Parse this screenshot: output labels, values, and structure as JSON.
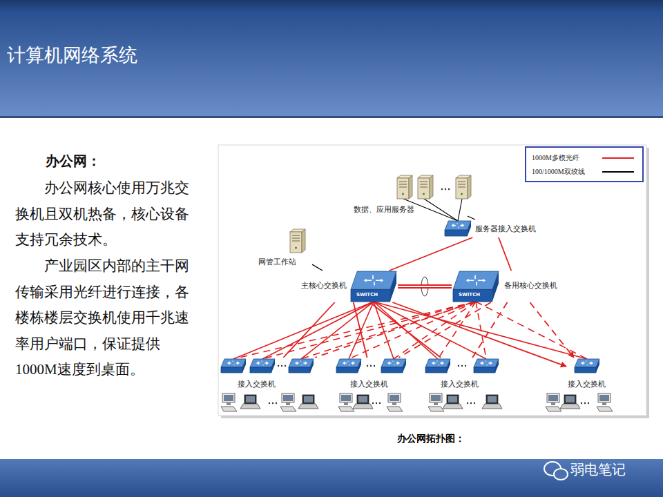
{
  "diagram": {
    "title": "计算机网络系统",
    "caption": "办公网拓扑图：",
    "nodes": [
      {
        "text": [
          "数据、应用服务器"
        ]
      },
      {
        "text": [
          "服务器接入交换机"
        ]
      },
      {
        "text": [
          "网管工作站"
        ]
      },
      {
        "text": [
          "主核心交换机"
        ]
      },
      {
        "text": [
          "备用核心交换机"
        ]
      },
      {
        "text": [
          "接入交换机"
        ]
      },
      {
        "text": [
          "接入交换机"
        ]
      },
      {
        "text": [
          "接入交换机"
        ]
      },
      {
        "text": [
          "接入交换机"
        ]
      }
    ],
    "edges": [
      {
        "from": 0,
        "to": 1,
        "arrow": "none"
      },
      {
        "from": 1,
        "to": 3,
        "arrow": "none"
      },
      {
        "from": 1,
        "to": 4,
        "arrow": "none"
      },
      {
        "from": 2,
        "to": 3,
        "arrow": "none"
      },
      {
        "from": 3,
        "to": 4,
        "arrow": "none"
      },
      {
        "from": 3,
        "to": 5,
        "arrow": "none"
      },
      {
        "from": 3,
        "to": 6,
        "arrow": "none"
      },
      {
        "from": 3,
        "to": 7,
        "arrow": "none"
      },
      {
        "from": 3,
        "to": 8,
        "arrow": "to"
      },
      {
        "from": 4,
        "to": 5,
        "arrow": "none"
      },
      {
        "from": 4,
        "to": 6,
        "arrow": "none"
      },
      {
        "from": 4,
        "to": 7,
        "arrow": "none"
      },
      {
        "from": 4,
        "to": 8,
        "arrow": "to"
      }
    ],
    "labels": [
      "办公网：",
      "办公网核心使用万兆交换机且双机热备，核心设备支持冗余技术。",
      "产业园区内部的主干网传输采用光纤进行连接，各楼栋楼层交换机使用千兆速率用户端口，保证提供1000M速度到桌面。",
      "SWITCH",
      "SWITCH",
      "弱电笔记"
    ],
    "legend": [
      {
        "text": "1000M多模光纤"
      },
      {
        "text": "100/1000M双绞线"
      }
    ]
  }
}
